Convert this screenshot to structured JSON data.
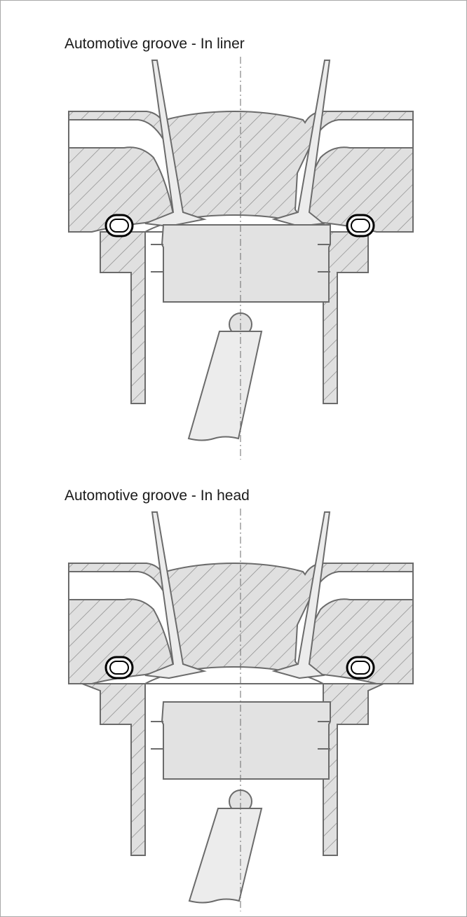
{
  "diagrams": [
    {
      "id": "liner",
      "title": "Automotive groove - In liner",
      "groove_location": "liner"
    },
    {
      "id": "head",
      "title": "Automotive groove - In head",
      "groove_location": "head"
    }
  ],
  "colors": {
    "outline": "#6b6b6b",
    "hatch_line": "#8a8a8a",
    "hatch_background": "#e0e0e0",
    "light_part": "#ececec",
    "seal_outline": "#000000",
    "frame": "#a8a8a8"
  },
  "icons": [
    "o-ring-seal-icon"
  ]
}
